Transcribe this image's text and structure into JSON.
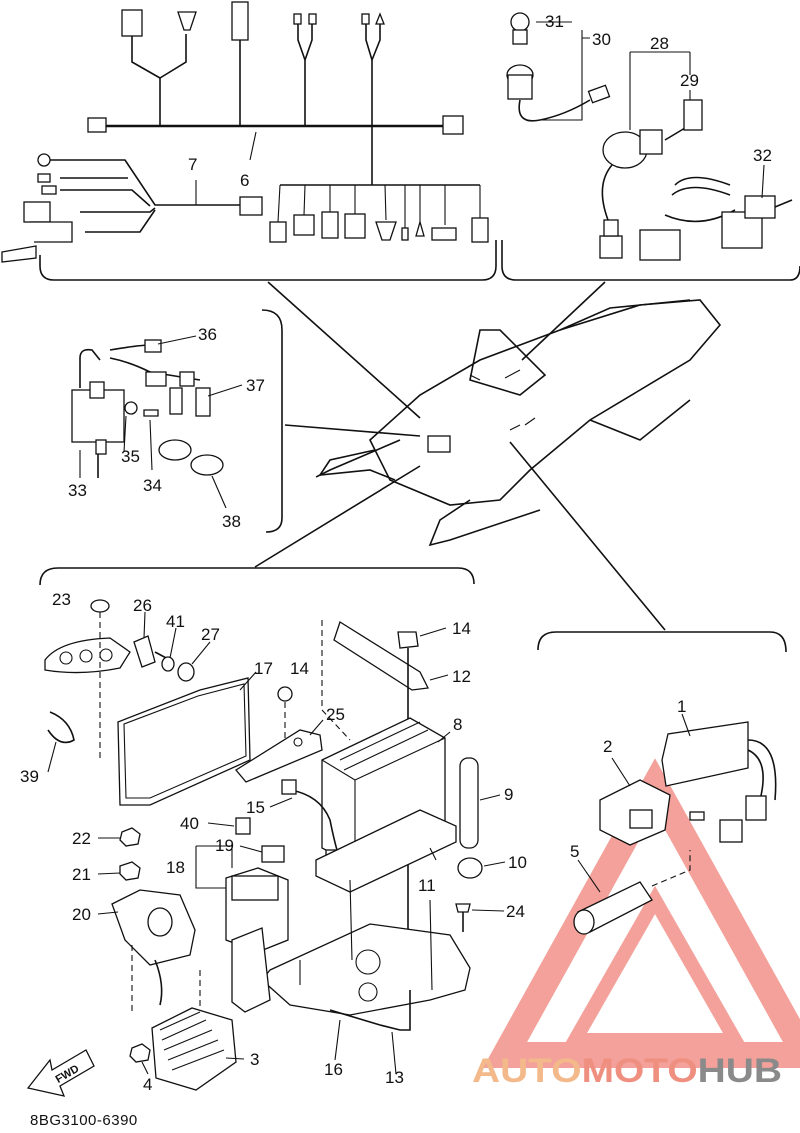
{
  "diagram": {
    "callouts": [
      {
        "id": "c1",
        "text": "1"
      },
      {
        "id": "c2",
        "text": "2"
      },
      {
        "id": "c3",
        "text": "3"
      },
      {
        "id": "c4",
        "text": "4"
      },
      {
        "id": "c5",
        "text": "5"
      },
      {
        "id": "c6",
        "text": "6"
      },
      {
        "id": "c7",
        "text": "7"
      },
      {
        "id": "c8",
        "text": "8"
      },
      {
        "id": "c9",
        "text": "9"
      },
      {
        "id": "c10",
        "text": "10"
      },
      {
        "id": "c11",
        "text": "11"
      },
      {
        "id": "c12",
        "text": "12"
      },
      {
        "id": "c13",
        "text": "13"
      },
      {
        "id": "c14a",
        "text": "14"
      },
      {
        "id": "c14b",
        "text": "14"
      },
      {
        "id": "c15",
        "text": "15"
      },
      {
        "id": "c16",
        "text": "16"
      },
      {
        "id": "c17",
        "text": "17"
      },
      {
        "id": "c18",
        "text": "18"
      },
      {
        "id": "c19",
        "text": "19"
      },
      {
        "id": "c20",
        "text": "20"
      },
      {
        "id": "c21",
        "text": "21"
      },
      {
        "id": "c22",
        "text": "22"
      },
      {
        "id": "c23",
        "text": "23"
      },
      {
        "id": "c24",
        "text": "24"
      },
      {
        "id": "c25",
        "text": "25"
      },
      {
        "id": "c26",
        "text": "26"
      },
      {
        "id": "c27",
        "text": "27"
      },
      {
        "id": "c28",
        "text": "28"
      },
      {
        "id": "c29",
        "text": "29"
      },
      {
        "id": "c30",
        "text": "30"
      },
      {
        "id": "c31",
        "text": "31"
      },
      {
        "id": "c32",
        "text": "32"
      },
      {
        "id": "c33",
        "text": "33"
      },
      {
        "id": "c34",
        "text": "34"
      },
      {
        "id": "c35",
        "text": "35"
      },
      {
        "id": "c36",
        "text": "36"
      },
      {
        "id": "c37",
        "text": "37"
      },
      {
        "id": "c38",
        "text": "38"
      },
      {
        "id": "c39",
        "text": "39"
      },
      {
        "id": "c40",
        "text": "40"
      },
      {
        "id": "c41",
        "text": "41"
      }
    ],
    "fwd_label": "FWD",
    "drawing_code": "8BG3100-6390"
  },
  "watermark": {
    "part1": "AUTO",
    "part2": "MOTO",
    "part3": "HUB",
    "colors": {
      "auto": "#f3b98a",
      "moto": "#ef8f80",
      "hub": "#8a8a8a",
      "triangle": "#ee7a70"
    }
  }
}
